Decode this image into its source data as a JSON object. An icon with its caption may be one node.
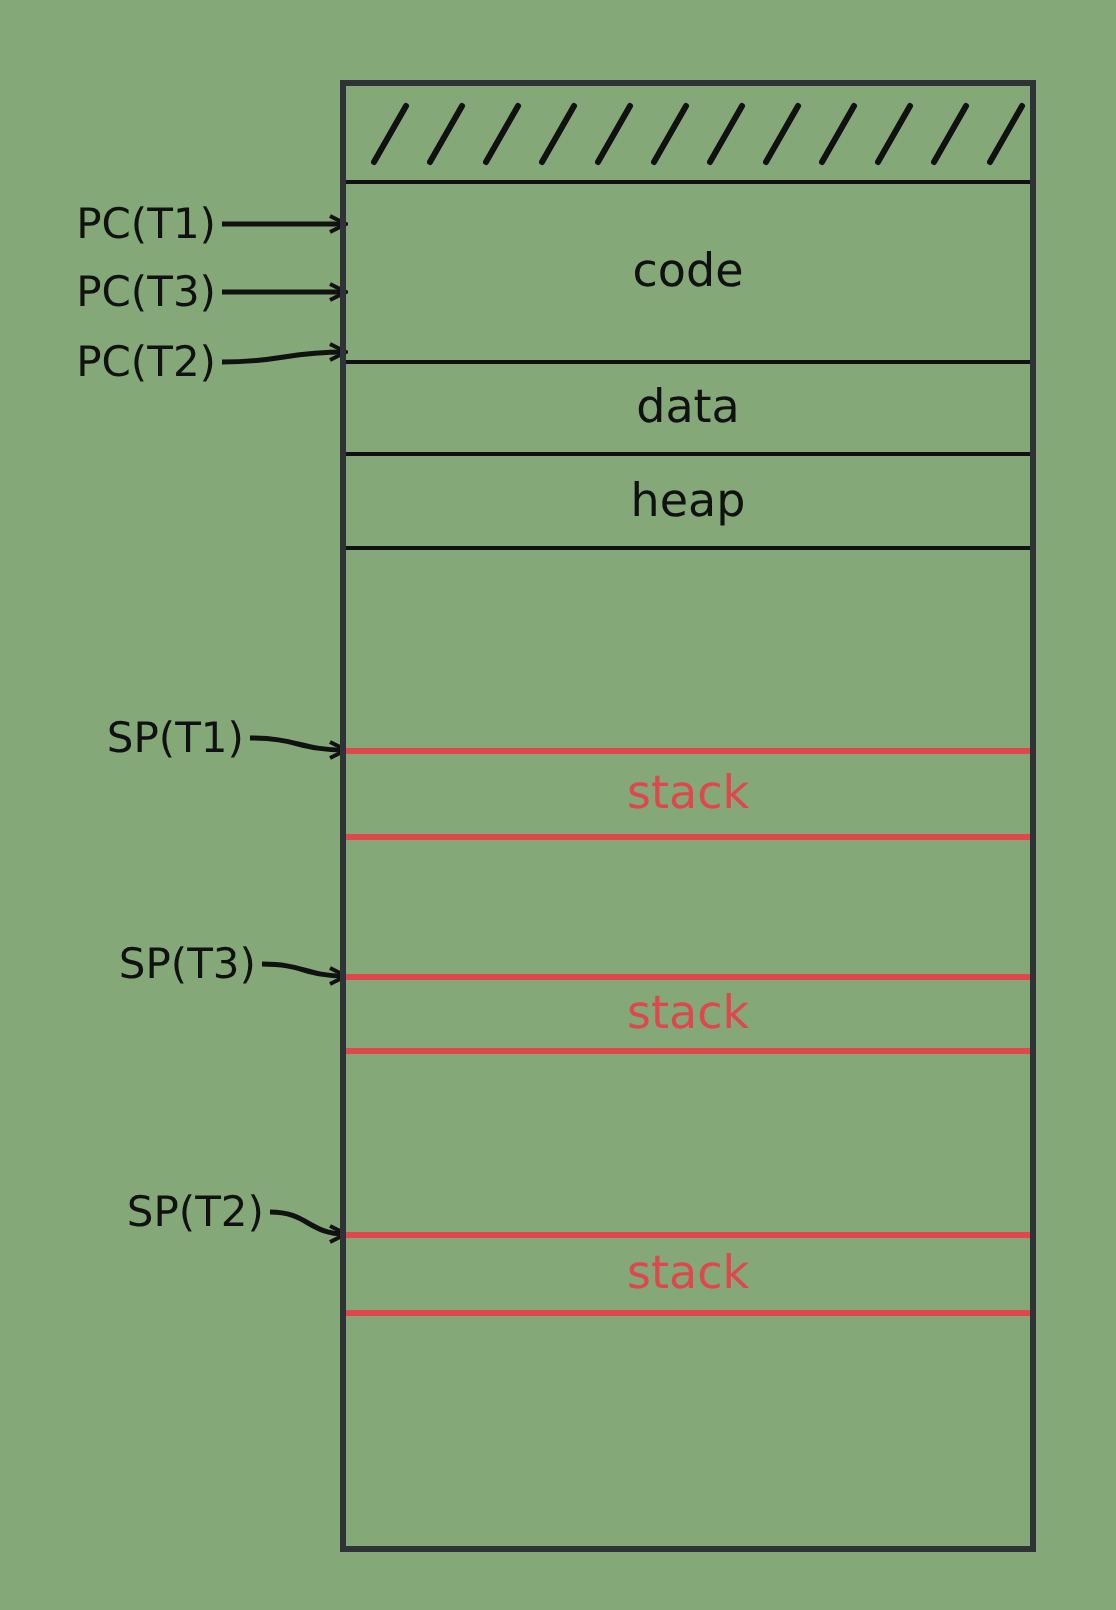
{
  "diagram": {
    "nodes": [
      {
        "text": [],
        "shape": "box"
      },
      {
        "text": [],
        "shape": "box",
        "in": 0
      },
      {
        "text": [
          "code"
        ],
        "in": 0
      },
      {
        "text": [
          "data"
        ],
        "in": 0
      },
      {
        "text": [
          "heap"
        ],
        "in": 0
      },
      {
        "text": [
          "stack"
        ],
        "in": 0
      },
      {
        "text": [
          "stack"
        ],
        "in": 0
      },
      {
        "text": [
          "stack"
        ],
        "in": 0
      },
      {
        "text": [
          "PC(T1)"
        ]
      },
      {
        "text": [
          "PC(T3)"
        ]
      },
      {
        "text": [
          "PC(T2)"
        ]
      },
      {
        "text": [
          "SP(T1)"
        ]
      },
      {
        "text": [
          "SP(T3)"
        ]
      },
      {
        "text": [
          "SP(T2)"
        ]
      }
    ],
    "edges": [
      {
        "from": 8,
        "to": 2,
        "arrow": "to"
      },
      {
        "from": 9,
        "to": 2,
        "arrow": "to"
      },
      {
        "from": 10,
        "to": 2,
        "arrow": "to"
      },
      {
        "from": 11,
        "to": 5,
        "arrow": "to"
      },
      {
        "from": 12,
        "to": 6,
        "arrow": "to"
      },
      {
        "from": 13,
        "to": 7,
        "arrow": "to"
      }
    ]
  }
}
